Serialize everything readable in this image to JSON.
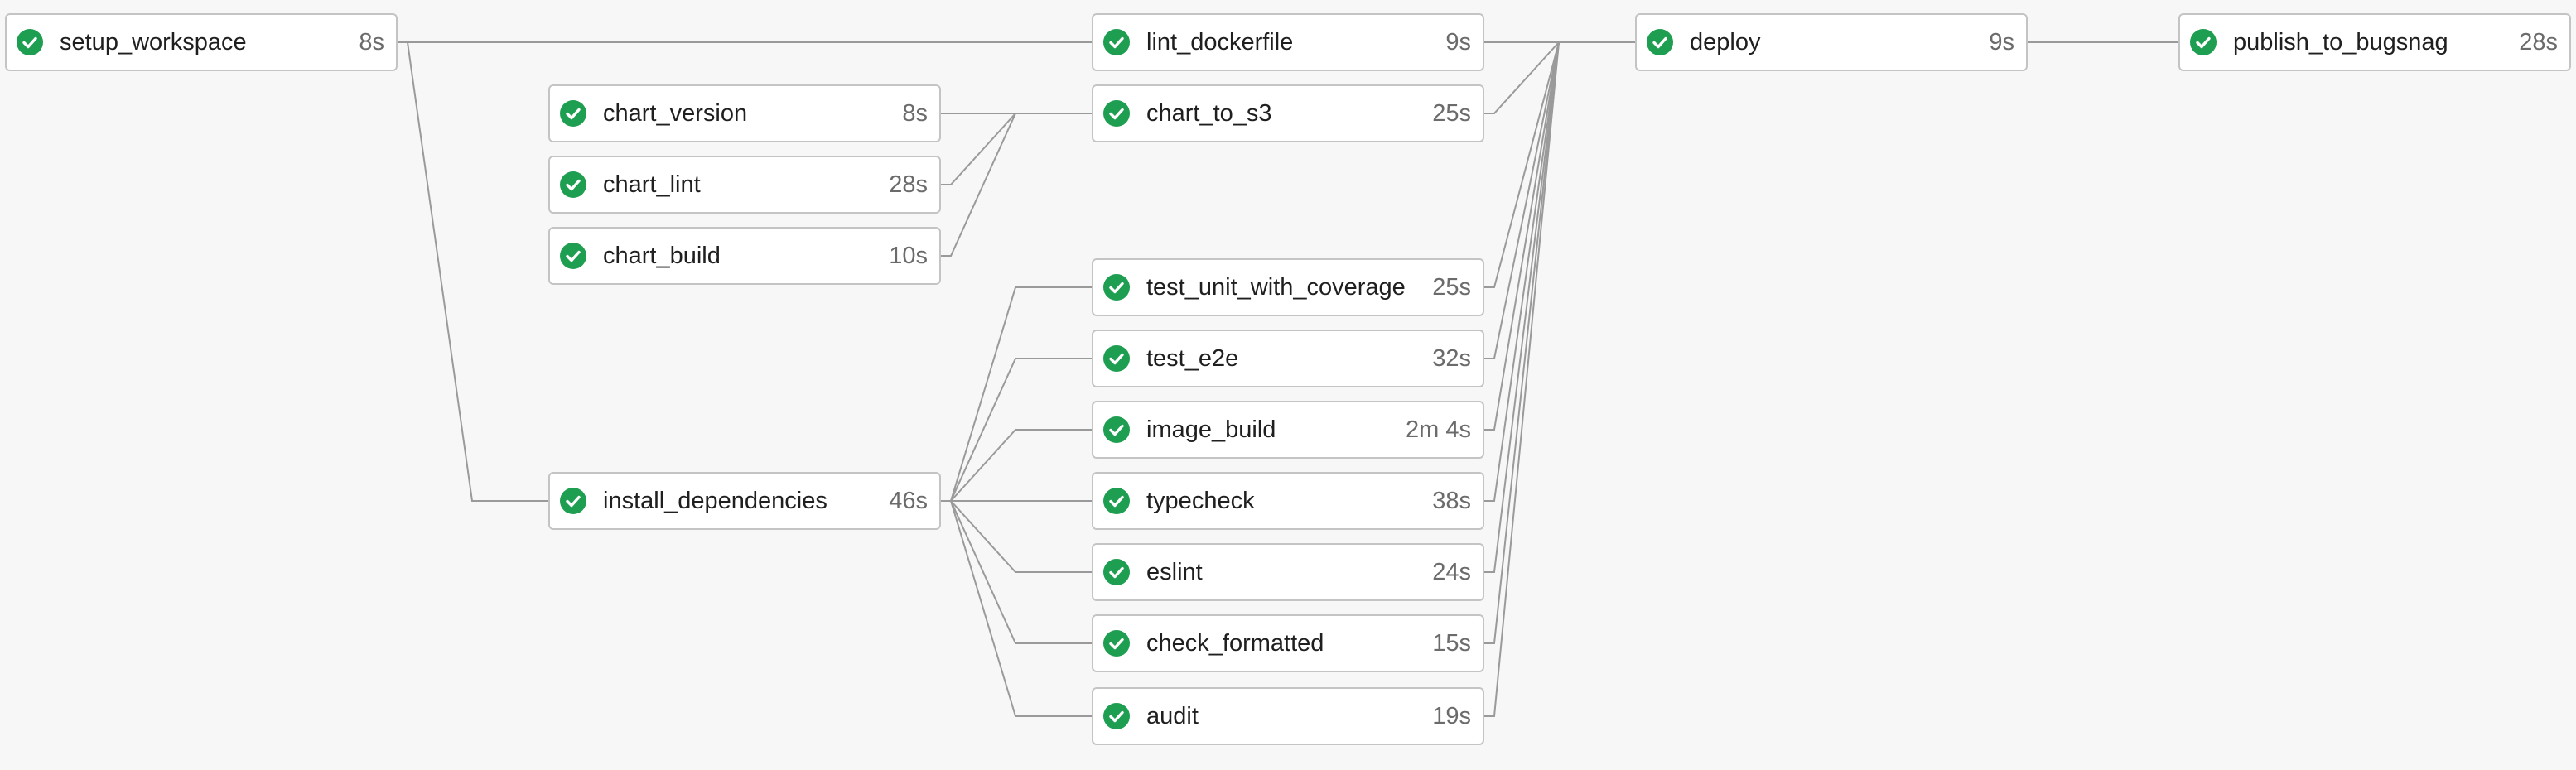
{
  "status_icon": "check-circle-icon",
  "colors": {
    "success": "#1e9e50",
    "edge": "#9a9a9a",
    "node_border": "#c4c4c4",
    "background": "#f7f7f7"
  },
  "jobs": {
    "setup_workspace": {
      "name": "setup_workspace",
      "duration": "8s",
      "status": "success"
    },
    "chart_version": {
      "name": "chart_version",
      "duration": "8s",
      "status": "success"
    },
    "chart_lint": {
      "name": "chart_lint",
      "duration": "28s",
      "status": "success"
    },
    "chart_build": {
      "name": "chart_build",
      "duration": "10s",
      "status": "success"
    },
    "install_dependencies": {
      "name": "install_dependencies",
      "duration": "46s",
      "status": "success"
    },
    "lint_dockerfile": {
      "name": "lint_dockerfile",
      "duration": "9s",
      "status": "success"
    },
    "chart_to_s3": {
      "name": "chart_to_s3",
      "duration": "25s",
      "status": "success"
    },
    "test_unit_with_coverage": {
      "name": "test_unit_with_coverage",
      "duration": "25s",
      "status": "success"
    },
    "test_e2e": {
      "name": "test_e2e",
      "duration": "32s",
      "status": "success"
    },
    "image_build": {
      "name": "image_build",
      "duration": "2m 4s",
      "status": "success"
    },
    "typecheck": {
      "name": "typecheck",
      "duration": "38s",
      "status": "success"
    },
    "eslint": {
      "name": "eslint",
      "duration": "24s",
      "status": "success"
    },
    "check_formatted": {
      "name": "check_formatted",
      "duration": "15s",
      "status": "success"
    },
    "audit": {
      "name": "audit",
      "duration": "19s",
      "status": "success"
    },
    "deploy": {
      "name": "deploy",
      "duration": "9s",
      "status": "success"
    },
    "publish_to_bugsnag": {
      "name": "publish_to_bugsnag",
      "duration": "28s",
      "status": "success"
    }
  },
  "dependencies": [
    [
      "setup_workspace",
      "lint_dockerfile"
    ],
    [
      "setup_workspace",
      "install_dependencies"
    ],
    [
      "chart_version",
      "chart_to_s3"
    ],
    [
      "chart_lint",
      "chart_to_s3"
    ],
    [
      "chart_build",
      "chart_to_s3"
    ],
    [
      "install_dependencies",
      "test_unit_with_coverage"
    ],
    [
      "install_dependencies",
      "test_e2e"
    ],
    [
      "install_dependencies",
      "image_build"
    ],
    [
      "install_dependencies",
      "typecheck"
    ],
    [
      "install_dependencies",
      "eslint"
    ],
    [
      "install_dependencies",
      "check_formatted"
    ],
    [
      "install_dependencies",
      "audit"
    ],
    [
      "lint_dockerfile",
      "deploy"
    ],
    [
      "chart_to_s3",
      "deploy"
    ],
    [
      "test_unit_with_coverage",
      "deploy"
    ],
    [
      "test_e2e",
      "deploy"
    ],
    [
      "image_build",
      "deploy"
    ],
    [
      "typecheck",
      "deploy"
    ],
    [
      "eslint",
      "deploy"
    ],
    [
      "check_formatted",
      "deploy"
    ],
    [
      "audit",
      "deploy"
    ],
    [
      "deploy",
      "publish_to_bugsnag"
    ]
  ]
}
